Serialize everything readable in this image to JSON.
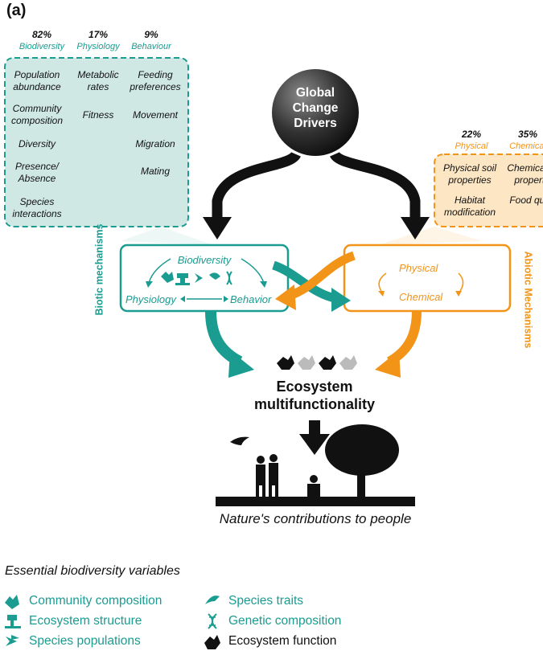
{
  "panel_label": "(a)",
  "biotic_table": {
    "columns": [
      {
        "percent": "82%",
        "name": "Biodiversity"
      },
      {
        "percent": "17%",
        "name": "Physiology"
      },
      {
        "percent": "9%",
        "name": "Behaviour"
      }
    ],
    "biodiversity_items": [
      "Population abundance",
      "Community composition",
      "Diversity",
      "Presence/ Absence",
      "Species interactions"
    ],
    "physiology_items": [
      "Metabolic rates",
      "Fitness"
    ],
    "behaviour_items": [
      "Feeding preferences",
      "Movement",
      "Migration",
      "Mating"
    ]
  },
  "abiotic_table": {
    "columns": [
      {
        "percent": "22%",
        "name": "Physical"
      },
      {
        "percent": "35%",
        "name": "Chemical"
      }
    ],
    "physical_items": [
      "Physical soil properties",
      "Habitat modification"
    ],
    "chemical_items": [
      "Chemical soil properties",
      "Food quality"
    ]
  },
  "global_change": {
    "label": "Global Change Drivers"
  },
  "biotic_mechanisms": {
    "side_label": "Biotic mechanisms",
    "biodiversity": "Biodiversity",
    "physiology": "Physiology",
    "behavior": "Behavior"
  },
  "abiotic_mechanisms": {
    "side_label": "Abiotic Mechanisms",
    "physical": "Physical",
    "chemical": "Chemical"
  },
  "ecosystem": {
    "title": "Ecosystem multifunctionality"
  },
  "ncp_label": "Nature's contributions to people",
  "legend": {
    "title": "Essential biodiversity variables",
    "items": [
      {
        "label": "Community composition",
        "icon": "community-composition-icon",
        "color": "#1a9c91"
      },
      {
        "label": "Ecosystem structure",
        "icon": "ecosystem-structure-icon",
        "color": "#1a9c91"
      },
      {
        "label": "Species populations",
        "icon": "species-populations-icon",
        "color": "#1a9c91"
      },
      {
        "label": "Species traits",
        "icon": "species-traits-icon",
        "color": "#1a9c91"
      },
      {
        "label": "Genetic composition",
        "icon": "genetic-composition-icon",
        "color": "#1a9c91"
      },
      {
        "label": "Ecosystem function",
        "icon": "ecosystem-function-icon",
        "color": "#111111"
      }
    ]
  },
  "colors": {
    "teal": "#1a9c91",
    "teal_fill": "#cfe8e4",
    "orange": "#f29418",
    "orange_fill": "#fde6c4",
    "black": "#111111"
  }
}
